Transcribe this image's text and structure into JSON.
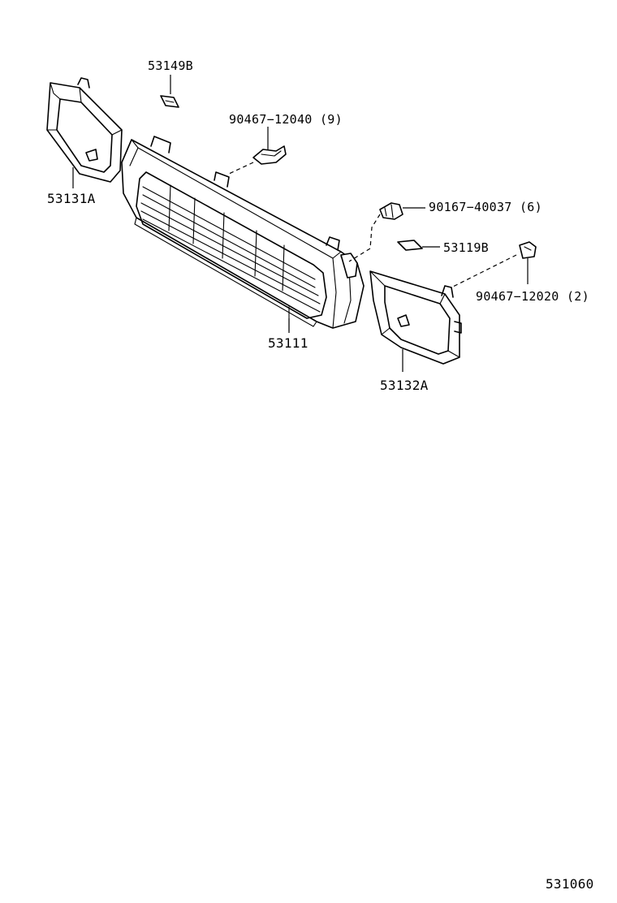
{
  "diagram": {
    "labels": {
      "clip_53149b": "53149B",
      "clip_90467_12040": "90467−12040 (9)",
      "bolt_90167_40037": "90167−40037 (6)",
      "clip_53119b": "53119B",
      "clip_90467_12020": "90467−12020 (2)",
      "frame_left_53131a": "53131A",
      "grille_53111": "53111",
      "frame_right_53132a": "53132A"
    },
    "diagram_code": "531060"
  }
}
